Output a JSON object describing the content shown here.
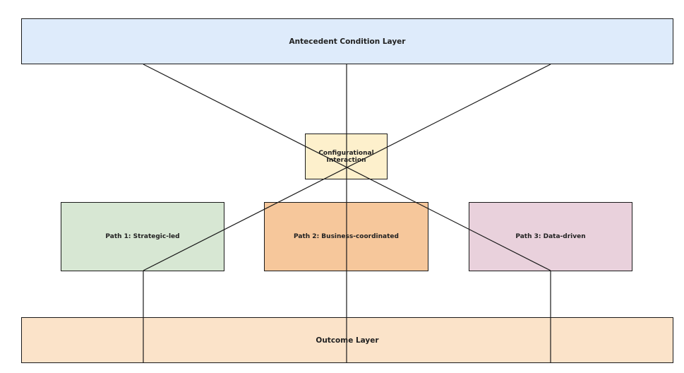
{
  "diagram": {
    "nodes": {
      "antecedent": {
        "label": "Antecedent Condition Layer",
        "color": "#deebfb"
      },
      "configurational": {
        "label": "Configurational Interaction",
        "color": "#fdf0cc"
      },
      "path1": {
        "label": "Path 1: Strategic-led",
        "color": "#d7e7d3"
      },
      "path2": {
        "label": "Path 2: Business-coordinated",
        "color": "#f6c79b"
      },
      "path3": {
        "label": "Path 3: Data-driven",
        "color": "#e9d1dc"
      },
      "outcome": {
        "label": "Outcome Layer",
        "color": "#fbe3c9"
      }
    },
    "edges": [
      {
        "from": "antecedent",
        "to": "configurational"
      },
      {
        "from": "antecedent",
        "to": "outcome"
      },
      {
        "from": "configurational",
        "to": "path1"
      },
      {
        "from": "configurational",
        "to": "path3"
      },
      {
        "from": "path1",
        "to": "outcome"
      },
      {
        "from": "path3",
        "to": "outcome"
      }
    ]
  }
}
